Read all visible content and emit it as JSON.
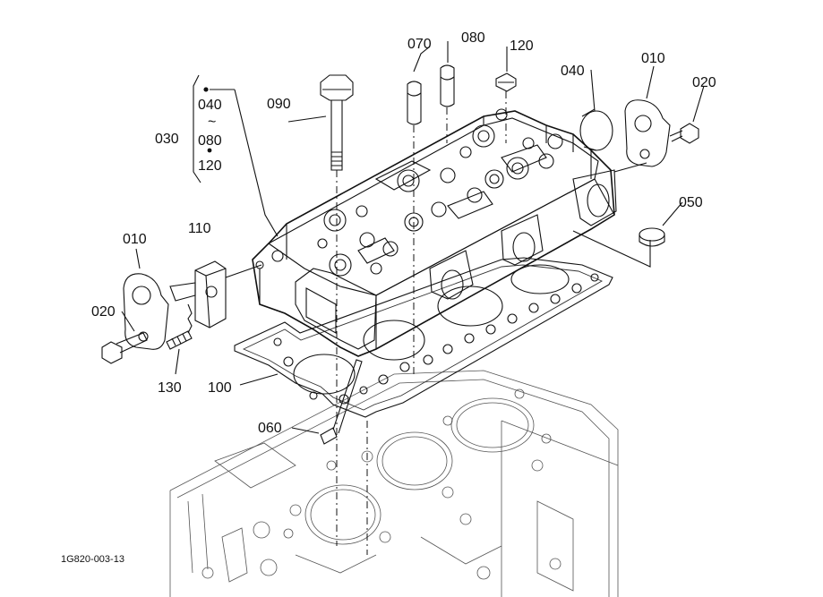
{
  "callouts": {
    "c030": "030",
    "c040_range_start": "040",
    "c040_range_tilde": "~",
    "c040_range_mid": "080",
    "c040_range_end": "120",
    "c090": "090",
    "c070": "070",
    "c080": "080",
    "c120": "120",
    "c040": "040",
    "c010_right": "010",
    "c020_right": "020",
    "c050": "050",
    "c110": "110",
    "c010_left": "010",
    "c020_left": "020",
    "c130": "130",
    "c100": "100",
    "c060": "060"
  },
  "figure_id": "1G820-003-13"
}
